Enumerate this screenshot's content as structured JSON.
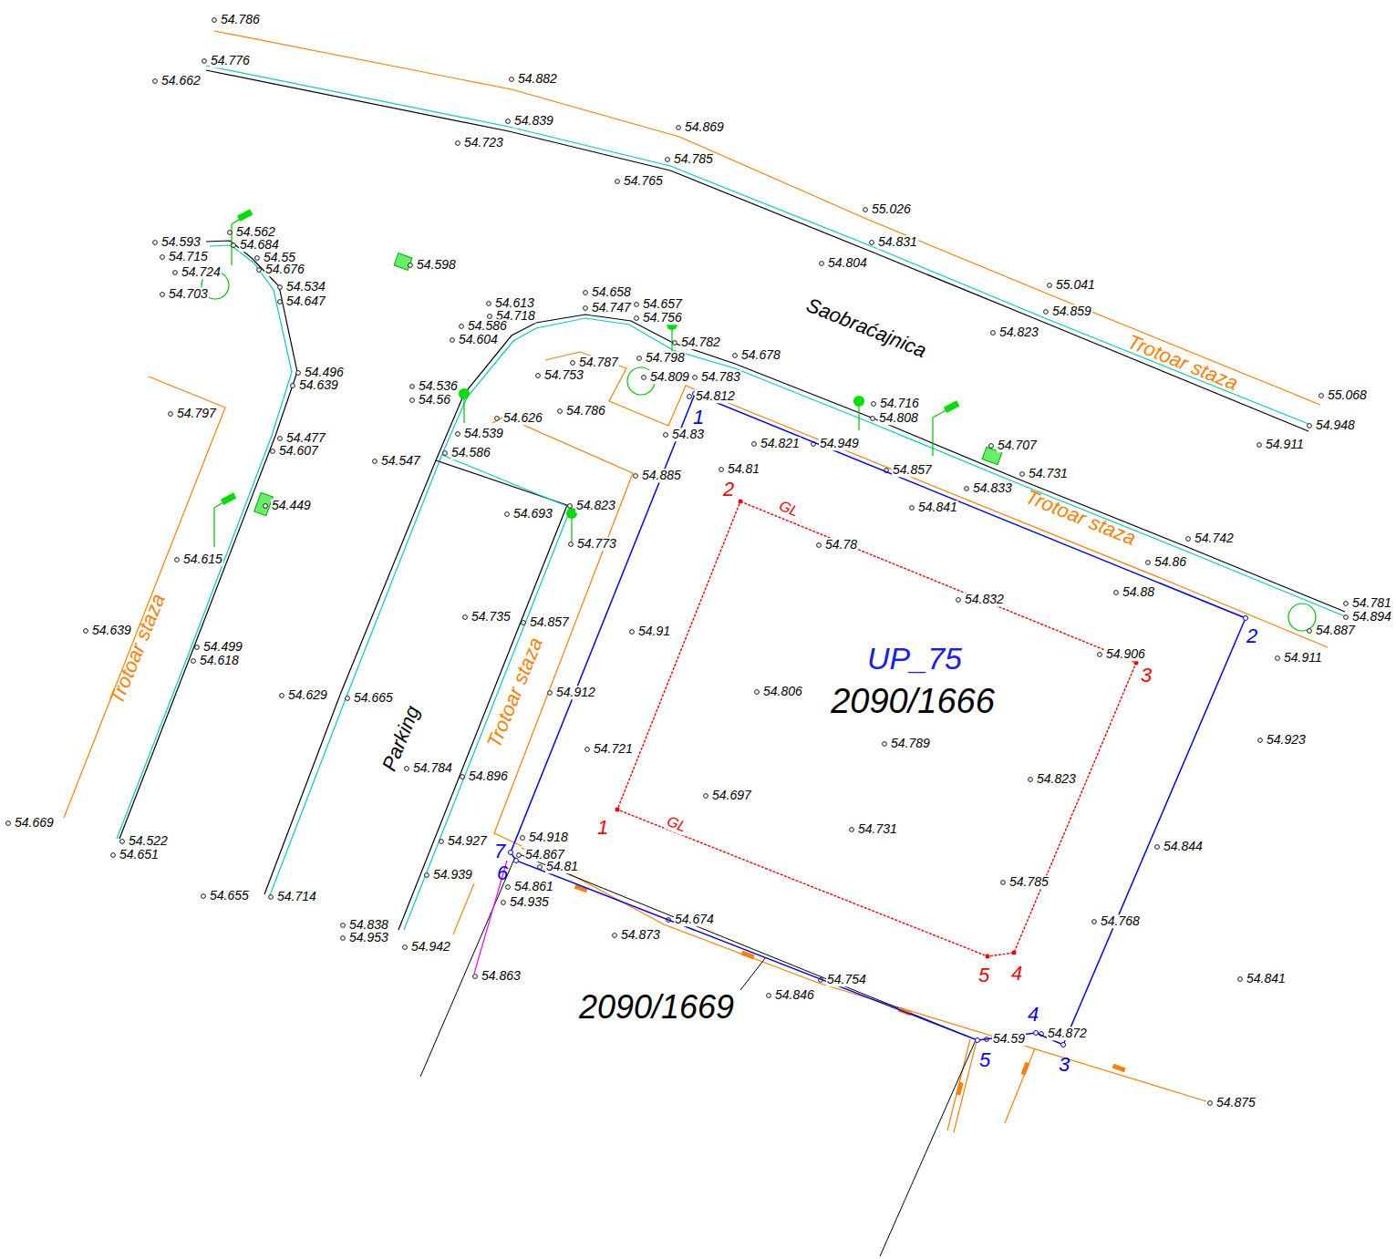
{
  "diagram": {
    "nodes": [
      {
        "text": [
          "UP_75",
          "2090/1666"
        ]
      }
    ],
    "labels": [
      "54.786",
      "54.776",
      "54.662",
      "54.882",
      "54.839",
      "54.723",
      "54.869",
      "54.785",
      "54.765",
      "55.026",
      "54.831",
      "54.804",
      "55.041",
      "54.859",
      "54.823",
      "Saobraćajnica",
      "Trotoar staza",
      "55.068",
      "54.948",
      "54.911",
      "54.593",
      "54.562",
      "54.684",
      "54.715",
      "54.55",
      "54.724",
      "54.676",
      "54.534",
      "54.703",
      "54.647",
      "54.598",
      "54.496",
      "54.639",
      "54.797",
      "54.477",
      "54.607",
      "54.449",
      "54.615",
      "54.639",
      "54.499",
      "54.618",
      "Trotoar staza",
      "54.669",
      "54.522",
      "54.651",
      "54.613",
      "54.718",
      "54.586",
      "54.604",
      "54.658",
      "54.747",
      "54.657",
      "54.756",
      "54.782",
      "54.678",
      "54.798",
      "54.787",
      "54.753",
      "54.809",
      "54.783",
      "54.536",
      "54.56",
      "54.812",
      "54.786",
      "54.716",
      "54.808",
      "54.626",
      "54.539",
      "54.83",
      "54.821",
      "54.949",
      "54.547",
      "54.586",
      "54.707",
      "54.857",
      "54.731",
      "54.885",
      "54.81",
      "54.833",
      "54.841",
      "54.823",
      "54.693",
      "54.773",
      "Trotoar staza",
      "54.78",
      "54.742",
      "54.86",
      "54.832",
      "54.88",
      "54.781",
      "54.894",
      "54.887",
      "54.911",
      "54.735",
      "54.857",
      "54.91",
      "54.906",
      "54.629",
      "54.665",
      "Parking",
      "Trotoar staza",
      "54.912",
      "54.806",
      "54.789",
      "54.923",
      "54.721",
      "54.784",
      "54.896",
      "54.823",
      "54.697",
      "54.731",
      "54.844",
      "54.927",
      "54.918",
      "54.867",
      "54.81",
      "54.939",
      "54.861",
      "54.935",
      "54.785",
      "54.655",
      "54.714",
      "54.838",
      "54.953",
      "54.674",
      "54.768",
      "54.873",
      "54.942",
      "54.754",
      "54.863",
      "54.841",
      "54.846",
      "54.59",
      "54.872",
      "54.875",
      "2090/1669",
      "2",
      "GL",
      "3",
      "1",
      "GL",
      "5",
      "4",
      "1",
      "2",
      "7",
      "6",
      "4",
      "5",
      "3"
    ]
  }
}
